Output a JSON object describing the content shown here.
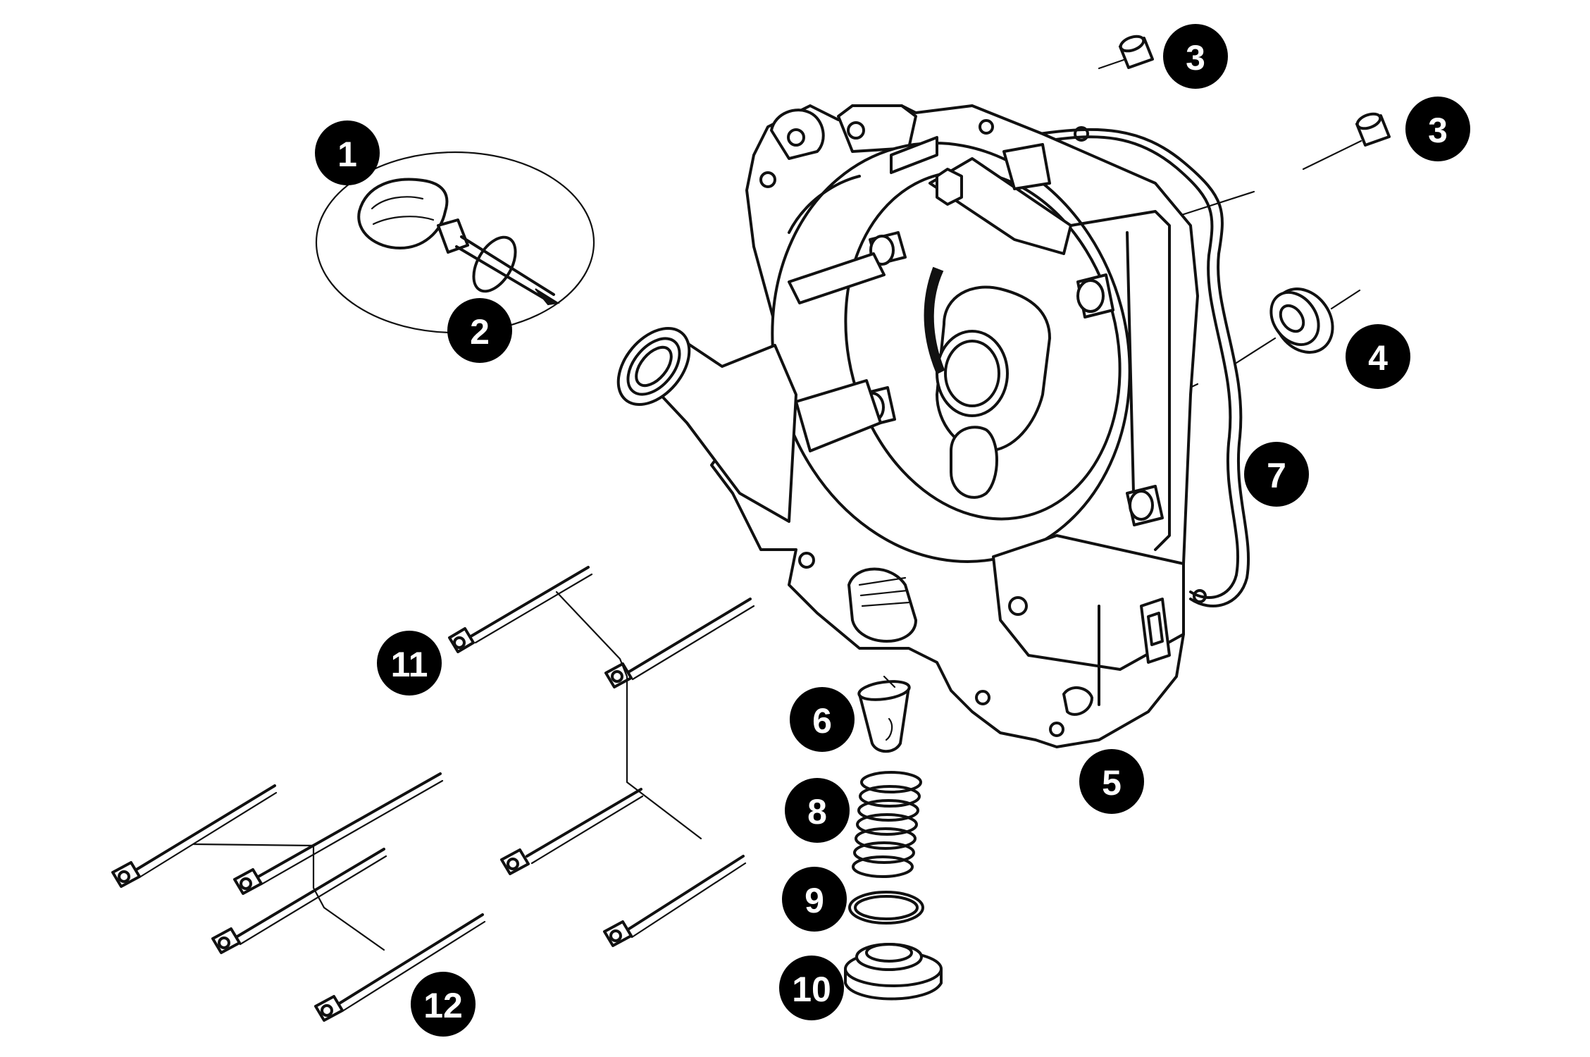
{
  "callouts": [
    {
      "number": "1"
    },
    {
      "number": "2"
    },
    {
      "number": "3"
    },
    {
      "number": "3"
    },
    {
      "number": "4"
    },
    {
      "number": "5"
    },
    {
      "number": "6"
    },
    {
      "number": "7"
    },
    {
      "number": "8"
    },
    {
      "number": "9"
    },
    {
      "number": "10"
    },
    {
      "number": "11"
    },
    {
      "number": "12"
    }
  ],
  "colors": {
    "callout_fill": "#000000",
    "callout_text": "#ffffff",
    "line_art": "#111111",
    "background": "#ffffff"
  }
}
